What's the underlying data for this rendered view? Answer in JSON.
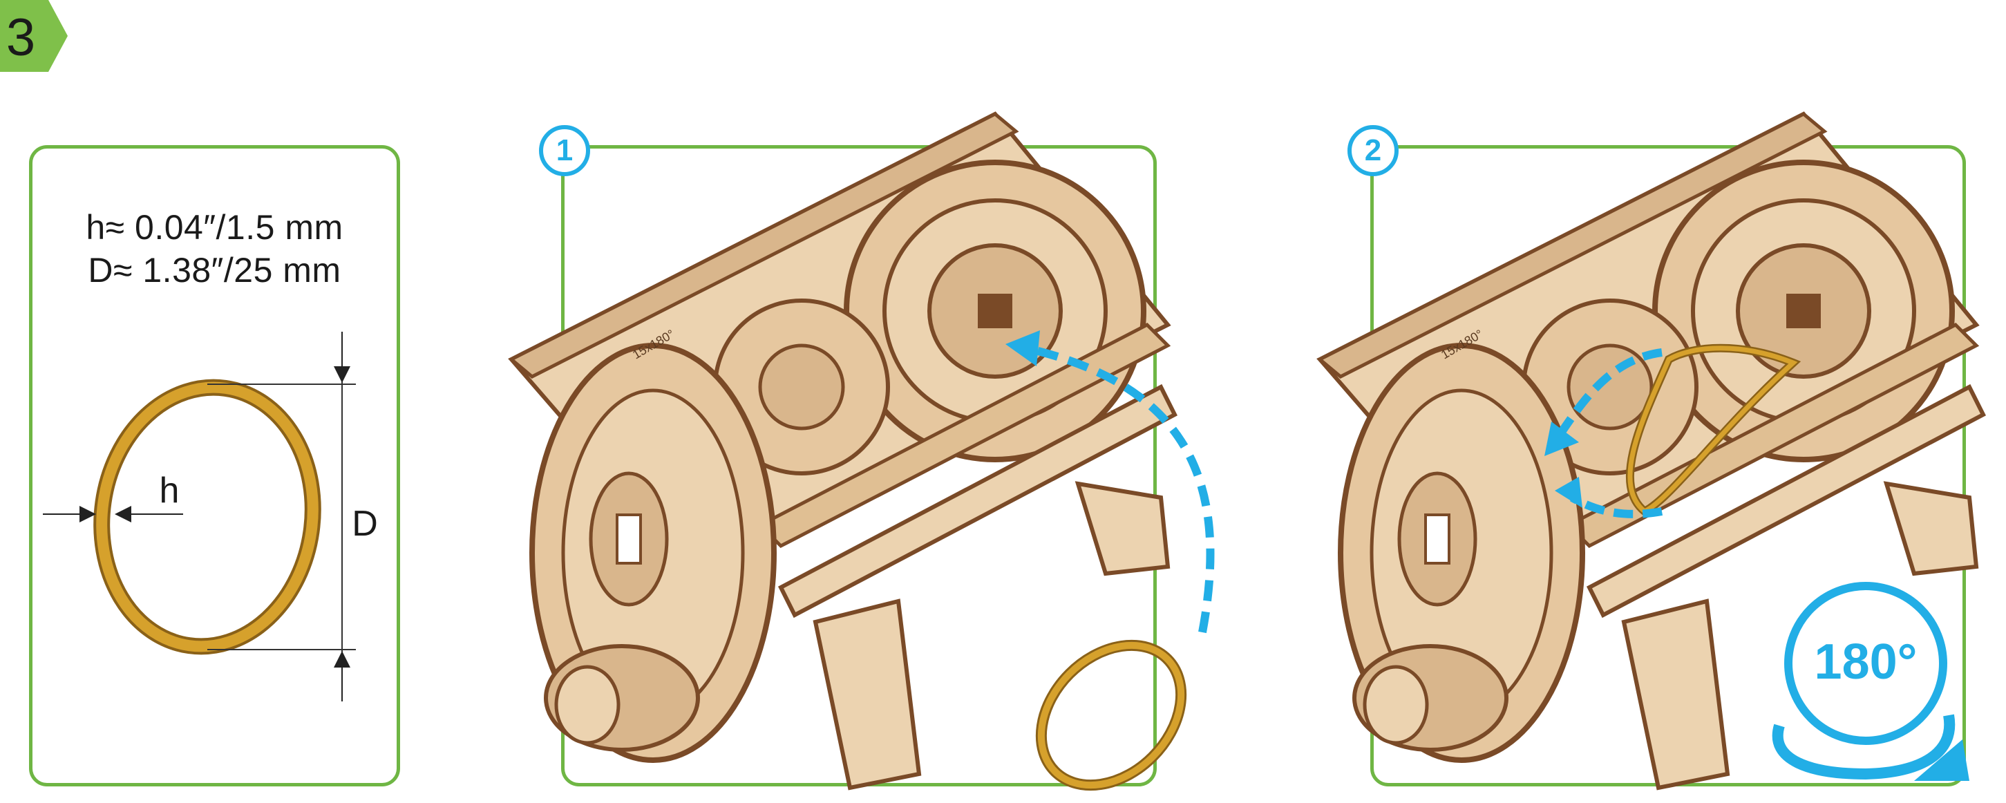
{
  "step": {
    "number": "3"
  },
  "spec": {
    "h_line": "h≈ 0.04″/1.5 mm",
    "d_line": "D≈ 1.38″/25 mm",
    "label_h": "h",
    "label_d": "D"
  },
  "panels": [
    {
      "number": "1"
    },
    {
      "number": "2",
      "rotation_label": "180°"
    }
  ],
  "model_stamp": "15x180°",
  "colors": {
    "panel_border": "#6fb644",
    "step_badge": "#7fc04a",
    "accent_blue": "#22aee6",
    "rubber_band": "#d6a12c",
    "wood_light": "#ecd3b0",
    "wood_dark": "#7a4a27"
  }
}
